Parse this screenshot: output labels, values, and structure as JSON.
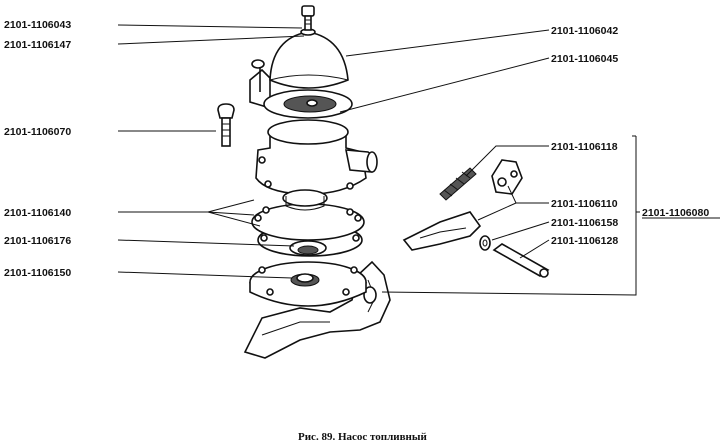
{
  "labels": {
    "p1106043": "2101-1106043",
    "p1106147": "2101-1106147",
    "p1106070": "2101-1106070",
    "p1106140": "2101-1106140",
    "p1106176": "2101-1106176",
    "p1106150": "2101-1106150",
    "p1106042": "2101-1106042",
    "p1106045": "2101-1106045",
    "p1106118": "2101-1106118",
    "p1106110": "2101-1106110",
    "p1106158": "2101-1106158",
    "p1106128": "2101-1106128",
    "p1106080": "2101-1106080"
  },
  "caption": "Рис. 89. Насос топливный"
}
